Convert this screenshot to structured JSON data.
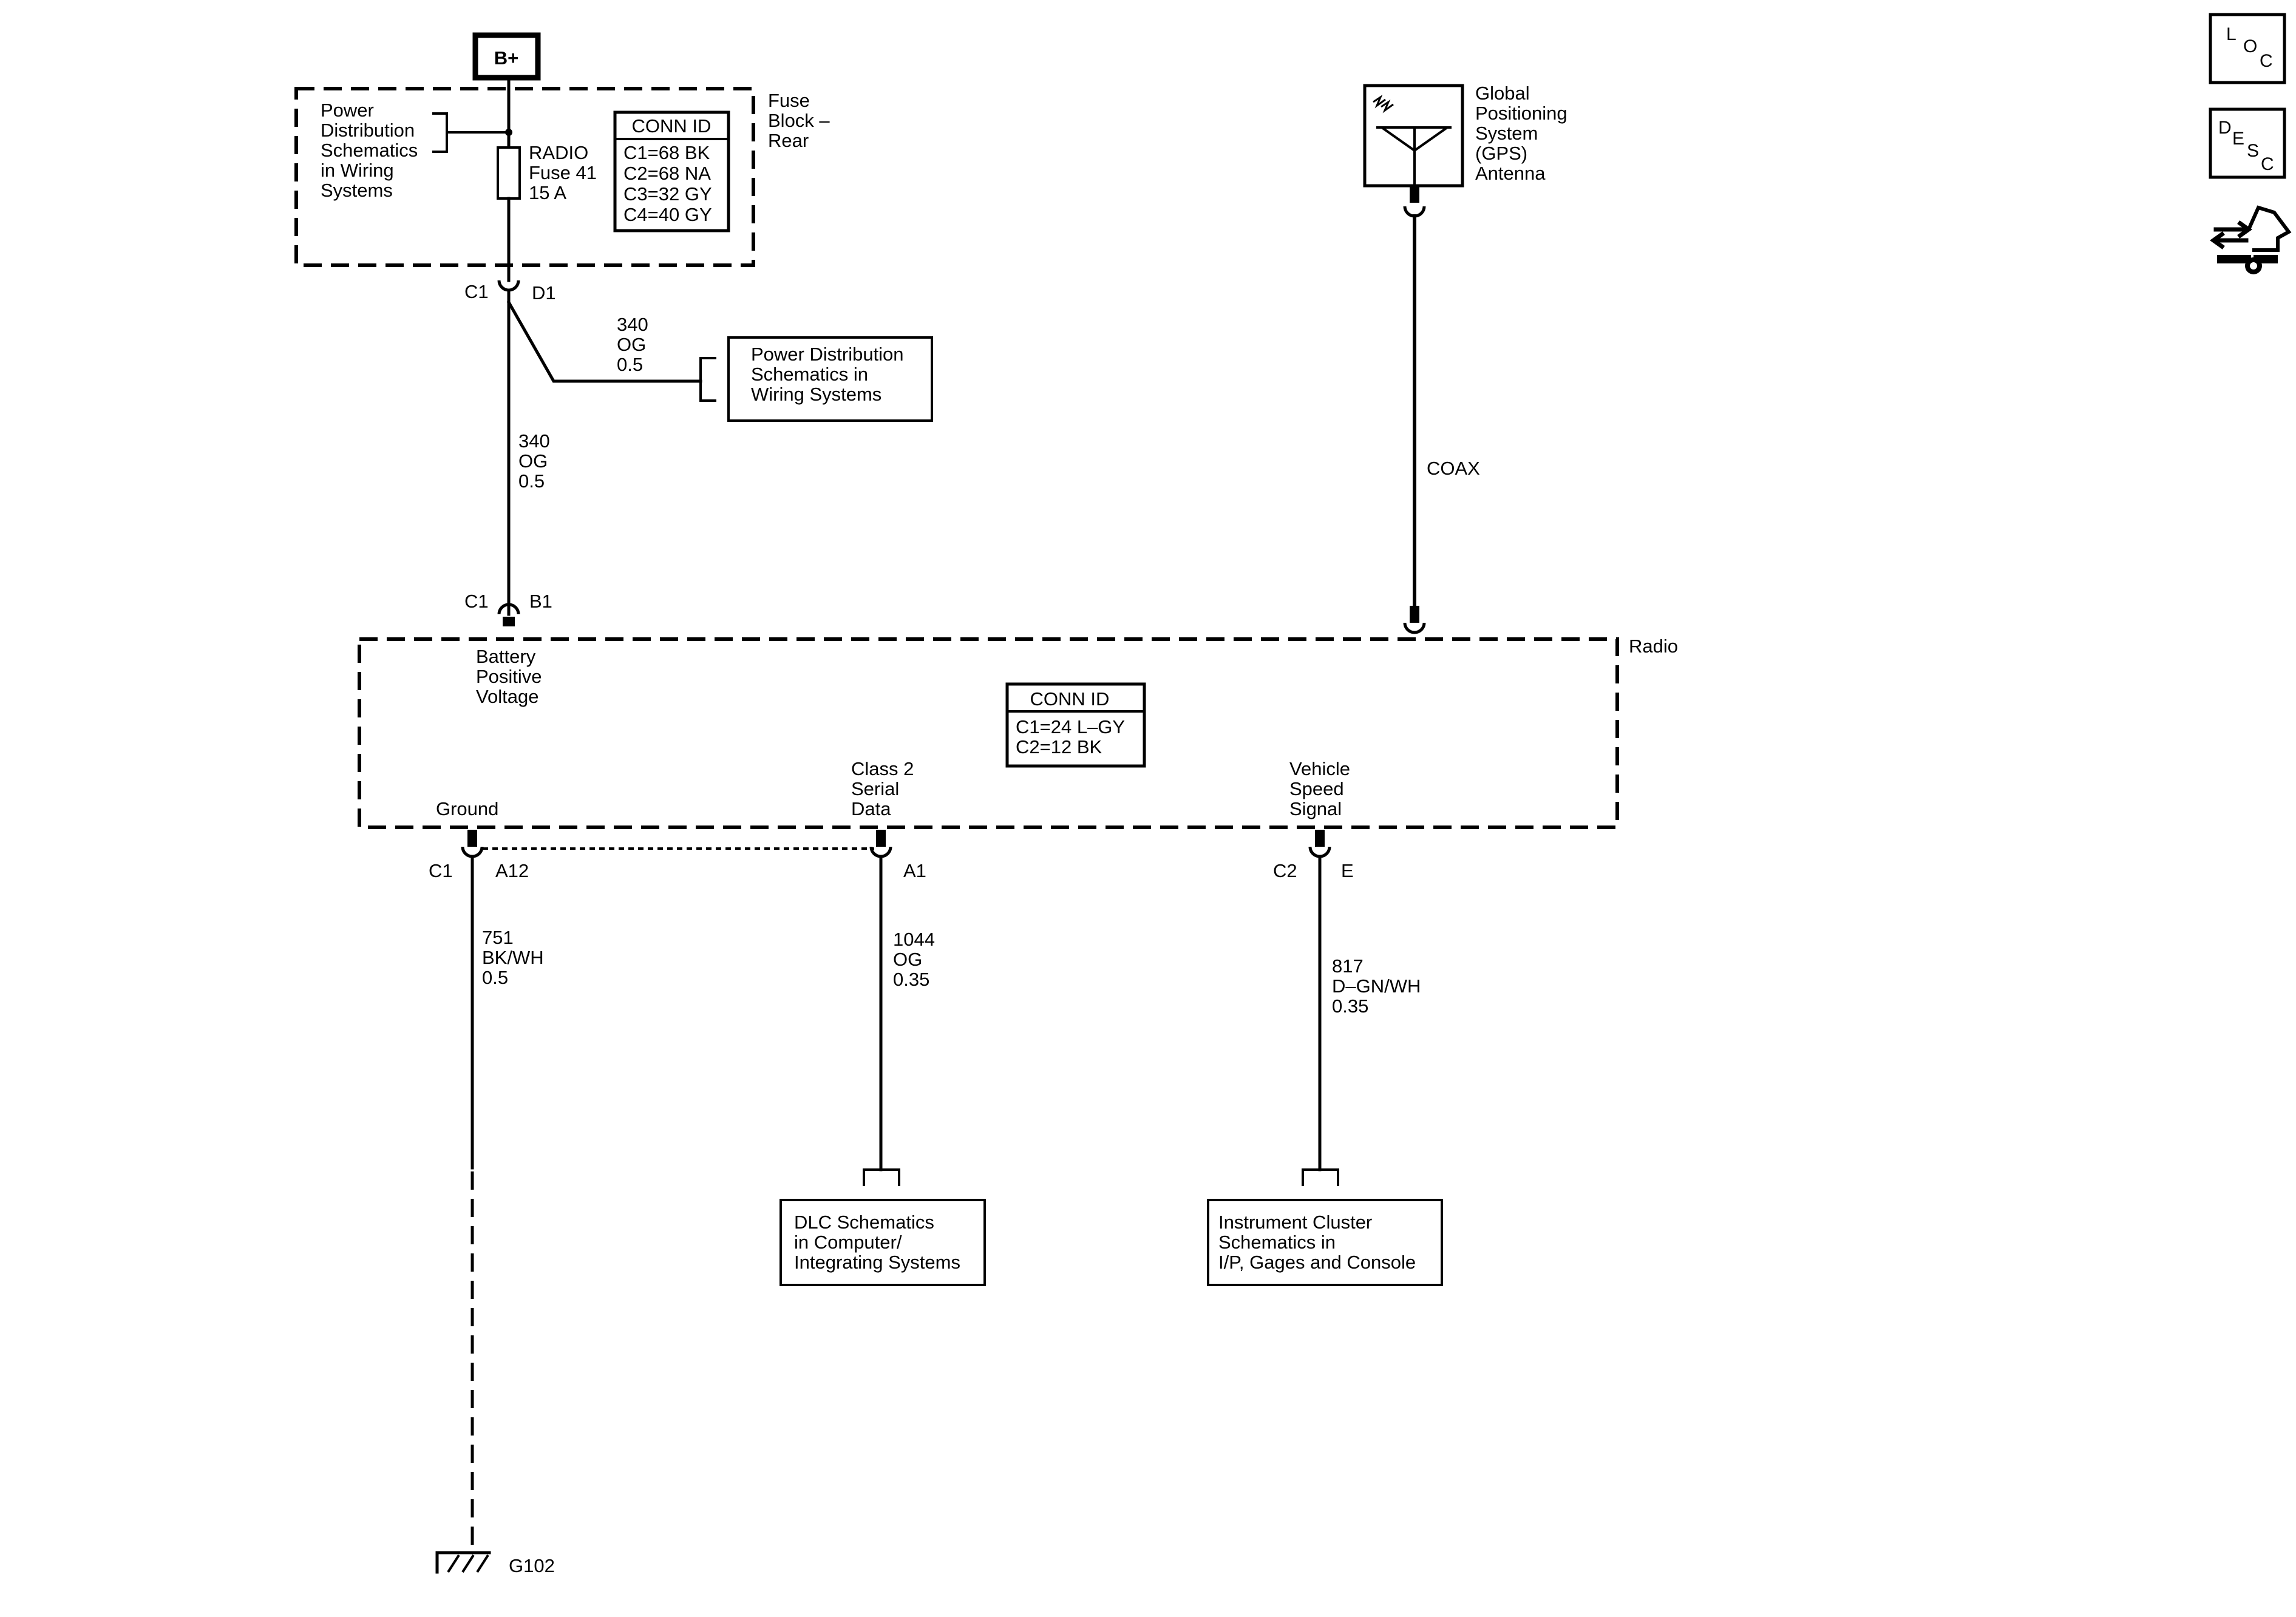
{
  "power": {
    "b_plus": "B+",
    "pds_top": [
      "Power",
      "Distribution",
      "Schematics",
      "in Wiring",
      "Systems"
    ],
    "fuse": [
      "RADIO",
      "Fuse 41",
      "15 A"
    ],
    "fuse_block": [
      "Fuse",
      "Block –",
      "Rear"
    ],
    "conn_id_title": "CONN ID",
    "conn_ids": [
      "C1=68 BK",
      "C2=68 NA",
      "C3=32 GY",
      "C4=40 GY"
    ],
    "pin_c1": "C1",
    "pin_d1": "D1",
    "branch_wire": [
      "340",
      "OG",
      "0.5"
    ],
    "pds_link": [
      "Power Distribution",
      "Schematics in",
      "Wiring Systems"
    ],
    "main_wire": [
      "340",
      "OG",
      "0.5"
    ]
  },
  "gps": {
    "label": [
      "Global",
      "Positioning",
      "System",
      "(GPS)",
      "Antenna"
    ],
    "coax": "COAX"
  },
  "radio": {
    "label": "Radio",
    "battery_pin_c": "C1",
    "battery_pin": "B1",
    "battery_label": [
      "Battery",
      "Positive",
      "Voltage"
    ],
    "conn_id_title": "CONN ID",
    "conn_ids": [
      "C1=24 L–GY",
      "C2=12 BK"
    ],
    "ground_label": "Ground",
    "class2_label": [
      "Class 2",
      "Serial",
      "Data"
    ],
    "vss_label": [
      "Vehicle",
      "Speed",
      "Signal"
    ]
  },
  "circuits": {
    "ground": {
      "conn": "C1",
      "pin": "A12",
      "wire": [
        "751",
        "BK/WH",
        "0.5"
      ],
      "ground_id": "G102"
    },
    "class2": {
      "pin": "A1",
      "wire": [
        "1044",
        "OG",
        "0.35"
      ],
      "link": [
        "DLC Schematics",
        "in Computer/",
        "Integrating Systems"
      ]
    },
    "vss": {
      "conn": "C2",
      "pin": "E",
      "wire": [
        "817",
        "D–GN/WH",
        "0.35"
      ],
      "link": [
        "Instrument Cluster",
        "Schematics in",
        "I/P, Gages and Console"
      ]
    }
  },
  "nav": {
    "loc": [
      "L",
      "O",
      "C"
    ],
    "desc": [
      "D",
      "E",
      "S",
      "C"
    ],
    "connector_end_view_icon": "connector-end-view-icon"
  }
}
